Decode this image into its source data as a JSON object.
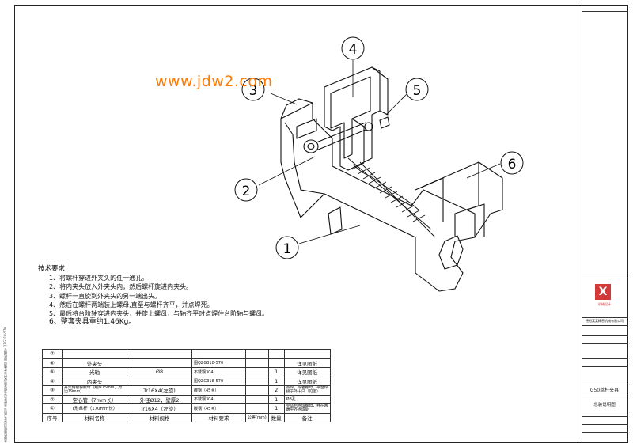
{
  "watermark": "www.jdw2.com",
  "callouts": [
    "1",
    "2",
    "3",
    "4",
    "5",
    "6"
  ],
  "tech_notes": {
    "title": "技术要求:",
    "lines": [
      "1、将螺杆穿进外夹头的任一通孔。",
      "2、将内夹头放入外夹头内，然后螺杆旋进内夹头。",
      "3、螺杆一直旋到外夹头的另一端出头。",
      "4、然后在螺杆两端装上螺母,直至与螺杆齐平，并点焊死。",
      "5、最后将台阶轴穿进内夹头，并旋上螺母，与轴齐平时点焊住台阶轴与螺母。",
      "6、整套夹具重约1.46Kg。"
    ]
  },
  "bom": {
    "rows": [
      {
        "no": "⑦",
        "name": "",
        "spec": "",
        "mat": "",
        "qty": "",
        "note": ""
      },
      {
        "no": "⑥",
        "name": "外夹头",
        "spec": "",
        "mat": "图QZG318-570",
        "qty": "",
        "note": "详见图纸"
      },
      {
        "no": "⑤",
        "name": "光轴",
        "spec": "Ø8",
        "mat": "不锈钢304",
        "qty": "1",
        "note": "详见图纸"
      },
      {
        "no": "④",
        "name": "内夹头",
        "spec": "",
        "mat": "图QZG318-570",
        "qty": "1",
        "note": "详见图纸"
      },
      {
        "no": "③",
        "name": "开六角镀锌螺母（规厚15mm，对边19mm）",
        "spec": "Tr16X4(左旋)",
        "mat": "碳钢（45＃）",
        "qty": "2",
        "note": "点焊，或者螺母，平台焊接于外十只（见图）"
      },
      {
        "no": "②",
        "name": "空心管（7mm长）",
        "spec": "外径Ø12，壁厚2",
        "mat": "不锈钢304",
        "qty": "1",
        "note": "Ø8孔"
      },
      {
        "no": "①",
        "name": "T形丝杆（170mm长）",
        "spec": "Tr16X4（左旋）",
        "mat": "碳钢（45＃）",
        "qty": "1",
        "note": "完毕后点焊螺母，并在两端平齐点焊处"
      }
    ],
    "header": {
      "no": "序号",
      "name": "材料名称",
      "spec": "材料规格",
      "mat": "材料要求",
      "qty": "公差(mm)",
      "cnt": "数量",
      "note": "备注"
    }
  },
  "title_block": {
    "logo_char": "X",
    "logo_caption": "机械设计",
    "company": "德阳某某精密机械有限公司",
    "part_name": "G50丝杆夹具",
    "doc_type": "总装说明图"
  },
  "left_strip": "本图纸版权归设计方所有 未经许可不得复制 仅供参考使用 图纸编号 QZG318-570"
}
